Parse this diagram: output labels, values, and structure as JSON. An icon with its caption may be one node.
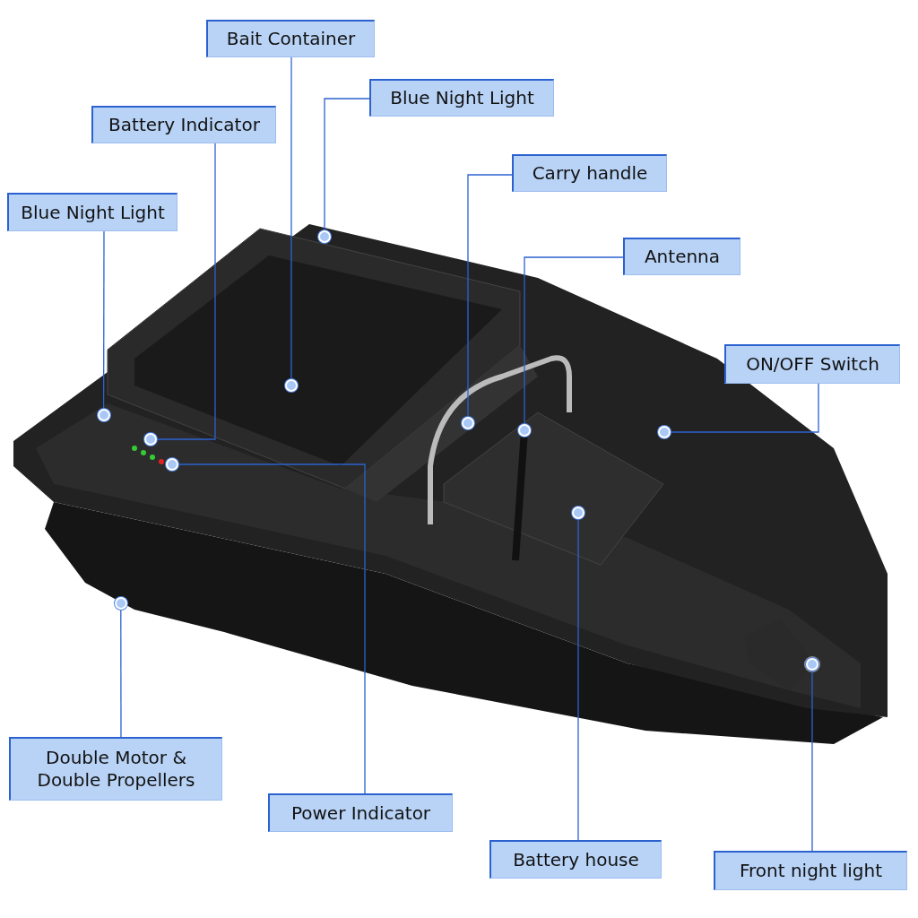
{
  "diagram": {
    "nodes": [
      {
        "text": [
          "Bait Container"
        ]
      },
      {
        "text": [
          "Blue Night Light"
        ]
      },
      {
        "text": [
          "Battery Indicator"
        ]
      },
      {
        "text": [
          "Blue Night Light"
        ]
      },
      {
        "text": [
          "Carry handle"
        ]
      },
      {
        "text": [
          "Antenna"
        ]
      },
      {
        "text": [
          "ON/OFF Switch"
        ]
      },
      {
        "text": [
          "Double Motor & Double Propellers"
        ]
      },
      {
        "text": [
          "Power Indicator"
        ]
      },
      {
        "text": [
          "Battery house"
        ]
      },
      {
        "text": [
          "Front night light"
        ]
      },
      {
        "text": [],
        "shape": "circle"
      },
      {
        "text": [],
        "shape": "circle"
      },
      {
        "text": [],
        "shape": "circle"
      },
      {
        "text": [],
        "shape": "circle"
      },
      {
        "text": [],
        "shape": "circle"
      },
      {
        "text": [],
        "shape": "circle"
      },
      {
        "text": [],
        "shape": "circle"
      },
      {
        "text": [],
        "shape": "circle"
      },
      {
        "text": [],
        "shape": "circle"
      },
      {
        "text": [],
        "shape": "circle"
      },
      {
        "text": [],
        "shape": "circle"
      }
    ],
    "edges": [
      {
        "from": 0,
        "to": 11,
        "arrow": "none"
      },
      {
        "from": 1,
        "to": 12,
        "arrow": "none"
      },
      {
        "from": 2,
        "to": 13,
        "arrow": "none"
      },
      {
        "from": 3,
        "to": 14,
        "arrow": "none"
      },
      {
        "from": 4,
        "to": 15,
        "arrow": "none"
      },
      {
        "from": 5,
        "to": 16,
        "arrow": "none"
      },
      {
        "from": 6,
        "to": 17,
        "arrow": "none"
      },
      {
        "from": 7,
        "to": 18,
        "arrow": "none"
      },
      {
        "from": 8,
        "to": 19,
        "arrow": "none"
      },
      {
        "from": 9,
        "to": 20,
        "arrow": "none"
      },
      {
        "from": 10,
        "to": 21,
        "arrow": "none"
      }
    ]
  }
}
